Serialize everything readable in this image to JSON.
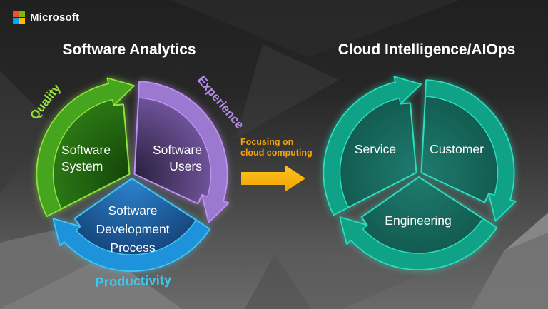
{
  "brand": {
    "name": "Microsoft",
    "squares": [
      "#F25022",
      "#7FBA00",
      "#00A4EF",
      "#FFB900"
    ]
  },
  "left_diagram": {
    "title": "Software Analytics",
    "segments": [
      {
        "id": "quality",
        "outer_label": "Quality",
        "outer_label_color": "#92E33C",
        "lines": [
          "Software",
          "System"
        ],
        "fill_inner": "#134409",
        "fill_outer": "#2F8016",
        "band": "#46A41E",
        "outline": "#8FE33F"
      },
      {
        "id": "experience",
        "outer_label": "Experience",
        "outer_label_color": "#B48CE6",
        "lines": [
          "Software",
          "Users"
        ],
        "fill_inner": "#281E3C",
        "fill_outer": "#7A5CA8",
        "band": "#9B79D1",
        "outline": "#BE92F2"
      },
      {
        "id": "productivity",
        "outer_label": "Productivity",
        "outer_label_color": "#3EC8F0",
        "lines": [
          "Software",
          "Development",
          "Process"
        ],
        "fill_inner": "#2E86D0",
        "fill_outer": "#123C70",
        "band": "#1E93DC",
        "outline": "#42C6F2"
      }
    ]
  },
  "transition": {
    "line1": "Focusing on",
    "line2": "cloud computing",
    "text_color": "#F2A40A",
    "arrow_color_top": "#FFC41E",
    "arrow_color_bottom": "#F0A302"
  },
  "right_diagram": {
    "title": "Cloud Intelligence/AIOps",
    "palette": {
      "fill_inner": "#1F7C6F",
      "fill_outer": "#11564C",
      "band": "#0FA287",
      "outline": "#2BDFBD"
    },
    "segments": [
      {
        "id": "service",
        "label": "Service"
      },
      {
        "id": "customer",
        "label": "Customer"
      },
      {
        "id": "engineering",
        "label": "Engineering"
      }
    ]
  },
  "background": {
    "top": "#202020",
    "middle": "#3D3D3D",
    "bottom": "#6A6A6A"
  },
  "text_color": "#FFFFFF"
}
